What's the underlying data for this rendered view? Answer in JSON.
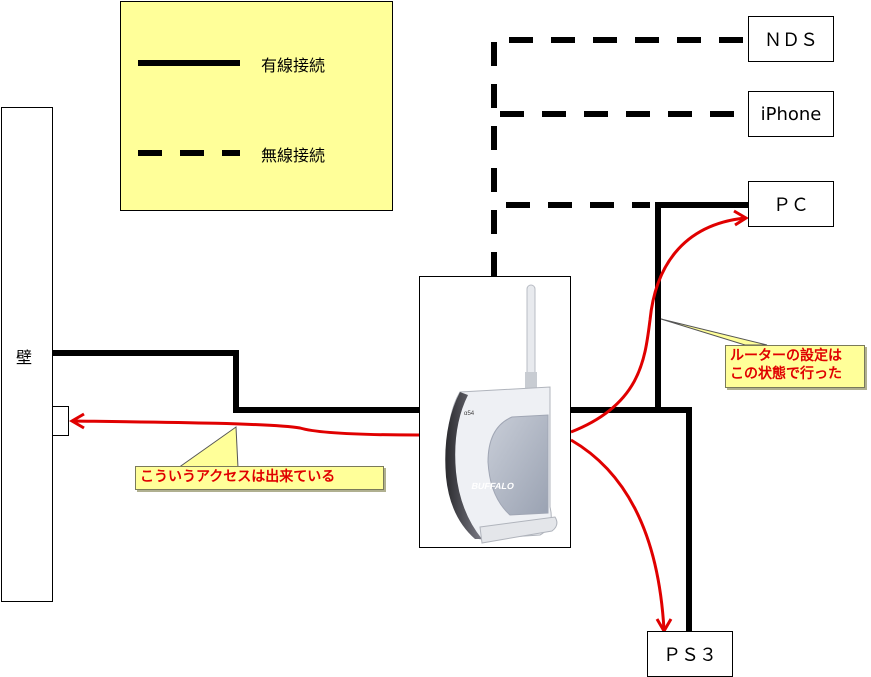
{
  "legend": {
    "wired_label": "有線接続",
    "wireless_label": "無線接続"
  },
  "wall": {
    "label": "壁"
  },
  "devices": {
    "nds": "ＮＤＳ",
    "iphone": "iPhone",
    "pc": "ＰＣ",
    "ps3": "ＰＳ３"
  },
  "router": {
    "brand": "BUFFALO",
    "model_badge": "α54",
    "icon": "wireless-router-icon"
  },
  "callouts": {
    "access_ok": "こういうアクセスは出来ている",
    "router_setup_line1": "ルーターの設定は",
    "router_setup_line2": "この状態で行った"
  },
  "colors": {
    "legend_bg": "#ffff99",
    "callout_bg": "#ffff99",
    "callout_text": "#e00000",
    "arrow": "#e00000",
    "line": "#000000"
  }
}
